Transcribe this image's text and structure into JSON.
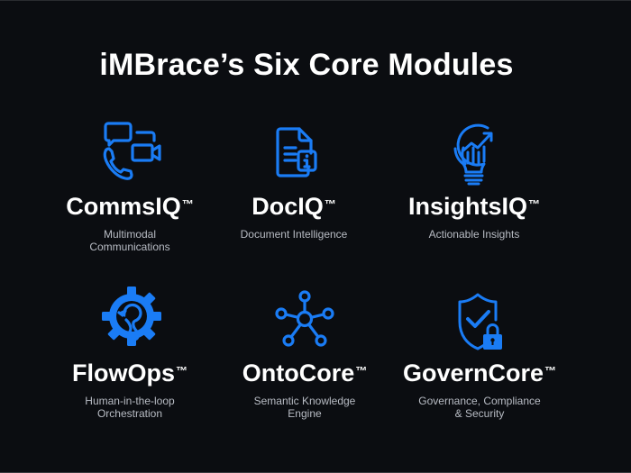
{
  "title": "iMBrace’s Six Core Modules",
  "accent_color": "#1a7cf5",
  "modules": [
    {
      "name": "CommsIQ",
      "tm": "™",
      "description": "Multimodal\nCommunications",
      "icon": "chat-video-phone-icon"
    },
    {
      "name": "DocIQ",
      "tm": "™",
      "description": "Document Intelligence",
      "icon": "document-info-icon"
    },
    {
      "name": "InsightsIQ",
      "tm": "™",
      "description": "Actionable Insights",
      "icon": "lightbulb-chart-icon"
    },
    {
      "name": "FlowOps",
      "tm": "™",
      "description": "Human-in-the-loop\nOrchestration",
      "icon": "gear-loop-icon"
    },
    {
      "name": "OntoCore",
      "tm": "™",
      "description": "Semantic Knowledge\nEngine",
      "icon": "network-nodes-icon"
    },
    {
      "name": "GovernCore",
      "tm": "™",
      "description": "Governance, Compliance\n& Security",
      "icon": "shield-check-lock-icon"
    }
  ]
}
